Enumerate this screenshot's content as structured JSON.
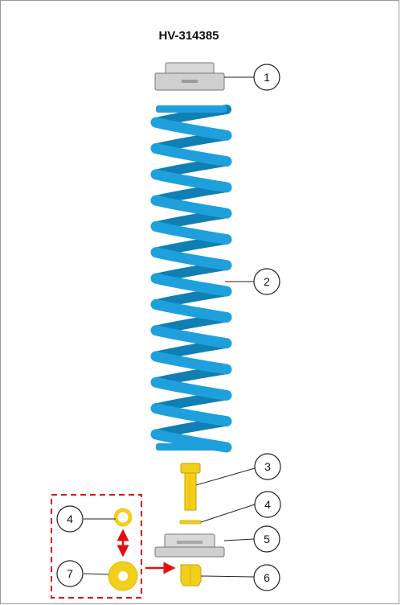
{
  "diagram": {
    "title": "HV-314385",
    "callouts": [
      {
        "id": "callout-1",
        "label": "1"
      },
      {
        "id": "callout-2",
        "label": "2"
      },
      {
        "id": "callout-3",
        "label": "3"
      },
      {
        "id": "callout-4",
        "label": "4"
      },
      {
        "id": "callout-5",
        "label": "5"
      },
      {
        "id": "callout-6",
        "label": "6"
      },
      {
        "id": "callout-4b",
        "label": "4"
      },
      {
        "id": "callout-7",
        "label": "7"
      }
    ],
    "colors": {
      "spring": "#1ea0dc",
      "spring_dark": "#0f7fb4",
      "hardware": "#f2cf1c",
      "hardware_dark": "#c9a100",
      "mount": "#cfcfcf",
      "mount_dark": "#8a8a8a",
      "alt_box": "#e01010",
      "leader": "#222222"
    }
  }
}
